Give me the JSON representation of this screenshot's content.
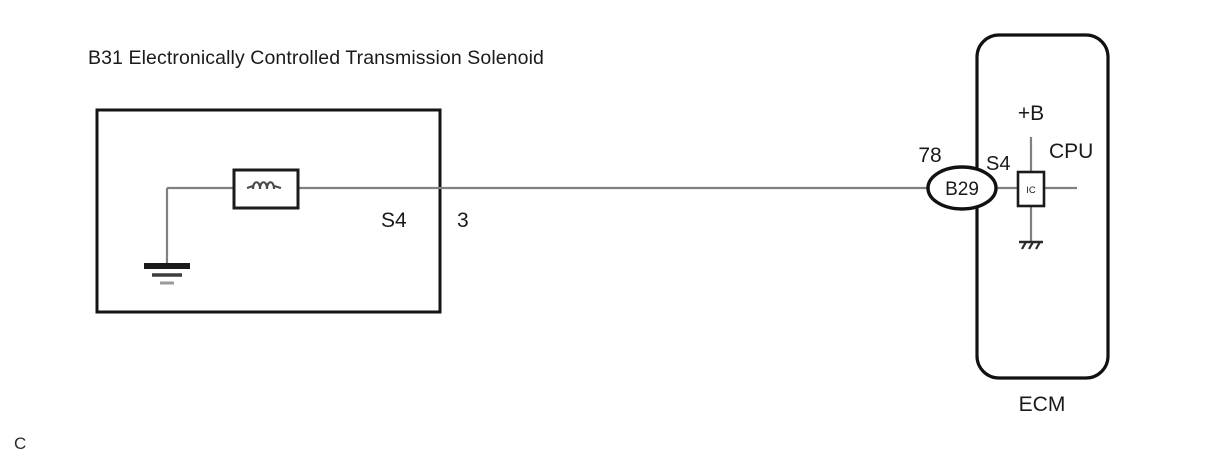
{
  "diagram": {
    "title": "B31 Electronically Controlled Transmission Solenoid",
    "corner_mark": "C",
    "left_component": {
      "internal_label": "S4",
      "pin_number": "3",
      "coil_icon": "solenoid-coil-icon",
      "ground_icon": "earth-ground-icon"
    },
    "connector": {
      "name": "B29",
      "terminal_number": "78"
    },
    "ecm": {
      "caption": "ECM",
      "signal_label": "S4",
      "power_label": "+B",
      "cpu_label": "CPU",
      "ic_label": "IC",
      "ground_icon": "chassis-ground-icon"
    },
    "colors": {
      "line": "#141414",
      "wire": "#808080",
      "text": "#1a1a1a",
      "background": "#ffffff"
    }
  }
}
